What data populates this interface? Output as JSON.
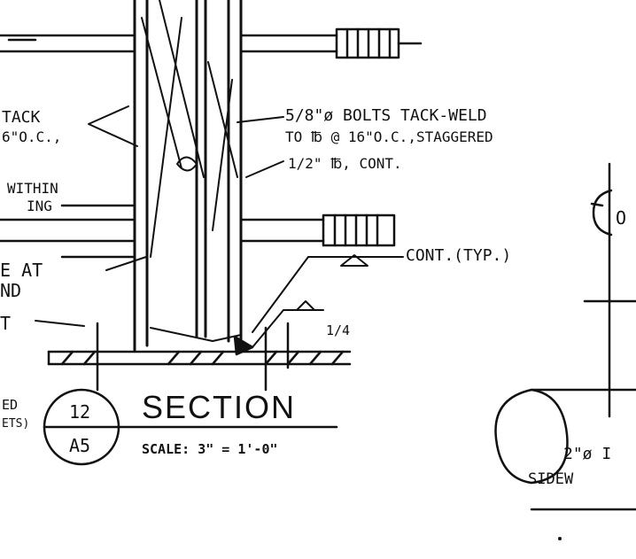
{
  "notes": {
    "left_tack": "TACK",
    "left_tack_spacing": "6\"O.C.,",
    "left_within": "WITHIN",
    "left_ing": "ING",
    "left_plate_at": "E AT",
    "left_nd": "ND",
    "left_t": "T",
    "left_ed": "ED",
    "left_ets": "ETS)",
    "bolts_line1": "5/8\"ø BOLTS TACK-WELD",
    "bolts_line2": "TO ℔ @ 16\"O.C.,STAGGERED",
    "plate_cont": "1/2\" ℔, CONT.",
    "cont_typ": "CONT.(TYP.)",
    "weld_size": "1/4",
    "right_o": "O",
    "pipe_label_1": "2\"ø I",
    "pipe_label_2": "SIDEW"
  },
  "section": {
    "title": "SECTION",
    "scale": "SCALE: 3\" = 1'-0\"",
    "detail_number": "12",
    "sheet_number": "A5"
  },
  "colors": {
    "ink": "#111111",
    "paper": "#ffffff"
  }
}
